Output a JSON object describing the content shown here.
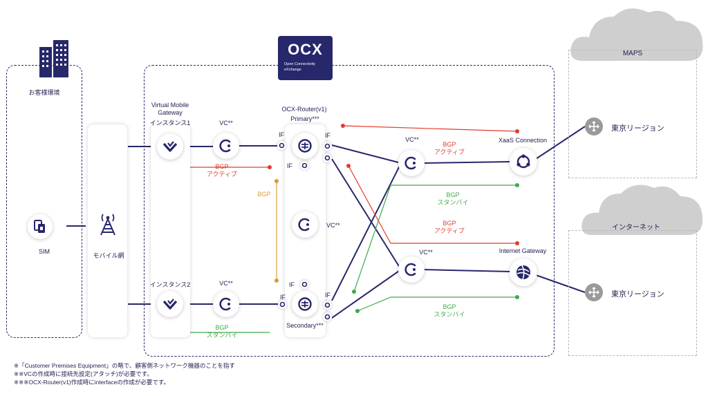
{
  "logo": {
    "mark": "OCX",
    "line1": "Open Connectivity",
    "line2": "eXchange"
  },
  "customer": {
    "title": "お客様環境",
    "sim_label": "SIM"
  },
  "mobile_network": {
    "label": "モバイル網"
  },
  "vmg": {
    "title_line1": "Virtual Mobile",
    "title_line2": "Gateway",
    "instance1": "インスタンス1",
    "instance2": "インスタンス2"
  },
  "vc_labels": {
    "vc1": "VC**",
    "vc2": "VC**",
    "vc_mid": "VC**",
    "vc_xaas": "VC**",
    "vc_inet": "VC**"
  },
  "router": {
    "title": "OCX-Router(v1)",
    "primary": "Primary***",
    "secondary": "Secondary***",
    "if_label": "IF"
  },
  "bgp": {
    "left_active": [
      "BGP",
      "アクティブ"
    ],
    "left_standby": [
      "BGP",
      "スタンバイ"
    ],
    "vertical": "BGP",
    "xaas_active": [
      "BGP",
      "アクティブ"
    ],
    "xaas_standby": [
      "BGP",
      "スタンバイ"
    ],
    "inet_active": [
      "BGP",
      "アクティブ"
    ],
    "inet_standby": [
      "BGP",
      "スタンバイ"
    ]
  },
  "services": {
    "xaas": "XaaS Connection",
    "internet_gateway": "Internet Gateway"
  },
  "clouds": {
    "maps": "MAPS",
    "internet": "インターネット",
    "region1": "東京リージョン",
    "region2": "東京リージョン"
  },
  "notes": [
    "※「Customer Premises Equipment」の略で、顧客側ネットワーク機器のことを指す",
    "※※VCの作成時に接続先設定(アタッチ)が必要です。",
    "※※※OCX-Router(v1)作成時にinterfaceの作成が必要です。"
  ],
  "colors": {
    "navy": "#27276b",
    "red": "#e23b2e",
    "green": "#3cab47",
    "orange": "#d89b3c",
    "grey": "#9a9a9a"
  }
}
